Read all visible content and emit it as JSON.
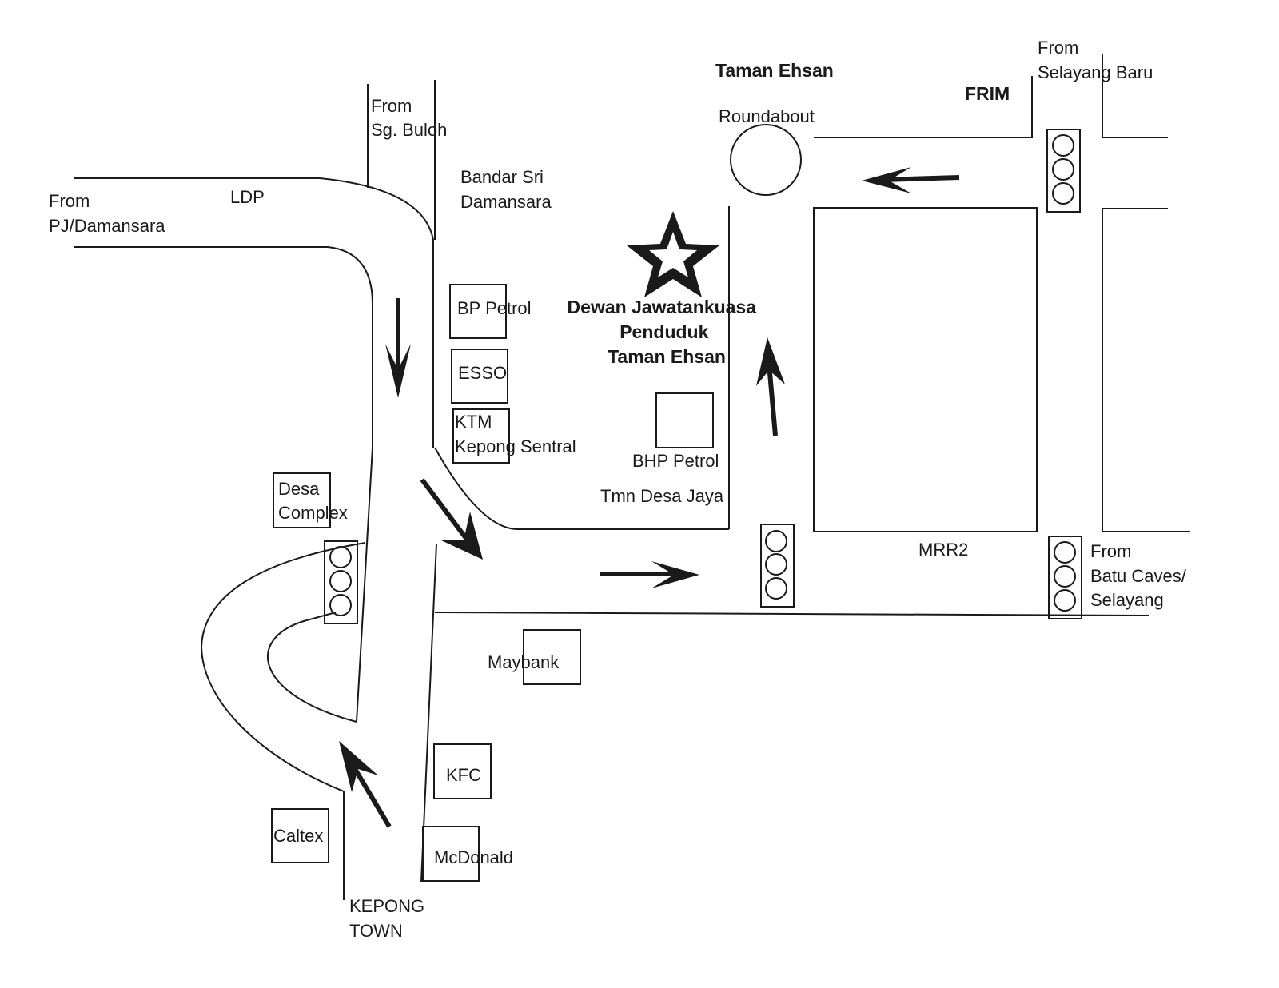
{
  "labels": {
    "from_sg_buloh": [
      "From",
      "Sg. Buloh"
    ],
    "from_pj": [
      "From",
      "PJ/Damansara"
    ],
    "ldp": "LDP",
    "bandar_sri": [
      "Bandar Sri",
      "Damansara"
    ],
    "taman_ehsan": "Taman Ehsan",
    "roundabout": "Roundabout",
    "frim": "FRIM",
    "from_selayang_baru": [
      "From",
      "Selayang Baru"
    ],
    "destination": [
      "Dewan Jawatankuasa",
      "Penduduk",
      "Taman Ehsan"
    ],
    "bp_petrol": "BP Petrol",
    "esso": "ESSO",
    "ktm": [
      "KTM",
      "Kepong Sentral"
    ],
    "bhp_petrol": "BHP Petrol",
    "tmn_desa_jaya": "Tmn Desa Jaya",
    "desa_complex": [
      "Desa",
      "Complex"
    ],
    "mrr2": "MRR2",
    "from_batu_caves": [
      "From",
      "Batu Caves/",
      "Selayang"
    ],
    "maybank": "Maybank",
    "kfc": "KFC",
    "caltex": "Caltex",
    "mcdonald": "McDonald",
    "kepong_town": [
      "KEPONG",
      "TOWN"
    ]
  },
  "icons": {
    "destination_marker": "star-icon",
    "traffic_light": "traffic-light-icon",
    "direction": "arrow-icon"
  },
  "colors": {
    "ink": "#1a1a1a",
    "background": "#ffffff"
  }
}
